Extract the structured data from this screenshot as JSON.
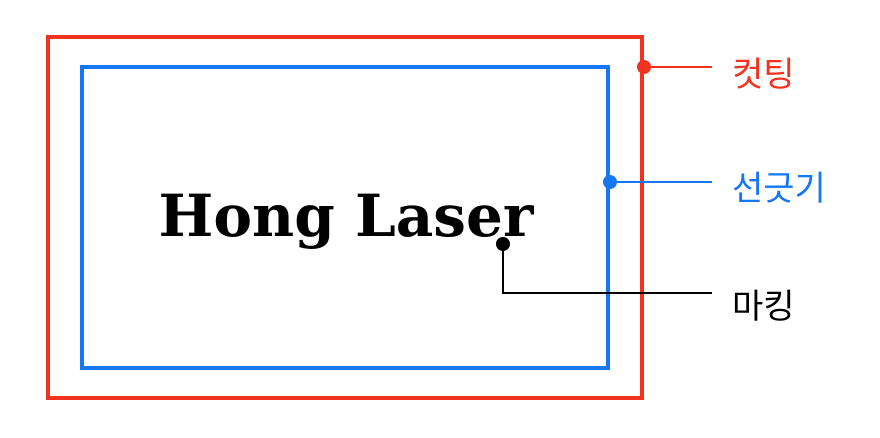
{
  "main_text": "Hong Laser",
  "labels": {
    "cutting": "컷팅",
    "scoring": "선긋기",
    "marking": "마킹"
  },
  "colors": {
    "cutting": "#f0321e",
    "scoring": "#1677f5",
    "marking": "#000000",
    "background": "#ffffff"
  }
}
